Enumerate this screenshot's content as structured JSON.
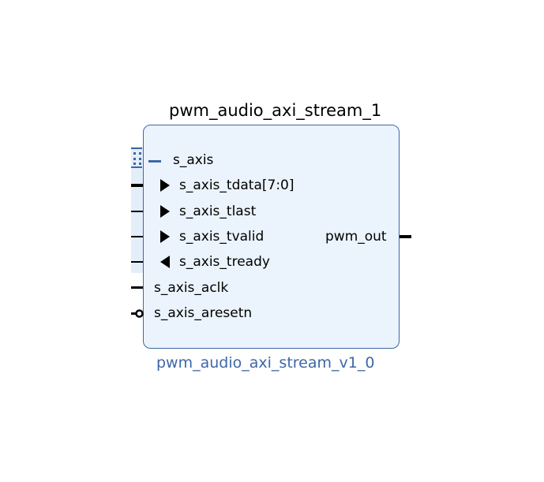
{
  "block": {
    "instance_name": "pwm_audio_axi_stream_1",
    "type_name": "pwm_audio_axi_stream_v1_0",
    "fill_color": "#ebf3fc",
    "border_color": "#3d67a8",
    "type_color": "#3d67a8"
  },
  "interface": {
    "name": "s_axis",
    "icon": "bus-interface-icon",
    "expanded": true,
    "signals": [
      {
        "name": "s_axis_tdata[7:0]",
        "direction": "input",
        "bus": true
      },
      {
        "name": "s_axis_tlast",
        "direction": "input",
        "bus": false
      },
      {
        "name": "s_axis_tvalid",
        "direction": "input",
        "bus": false
      },
      {
        "name": "s_axis_tready",
        "direction": "output",
        "bus": false
      }
    ]
  },
  "ports_left": [
    {
      "name": "s_axis_aclk",
      "style": "plain"
    },
    {
      "name": "s_axis_aresetn",
      "style": "active-low"
    }
  ],
  "ports_right": [
    {
      "name": "pwm_out",
      "style": "plain"
    }
  ]
}
